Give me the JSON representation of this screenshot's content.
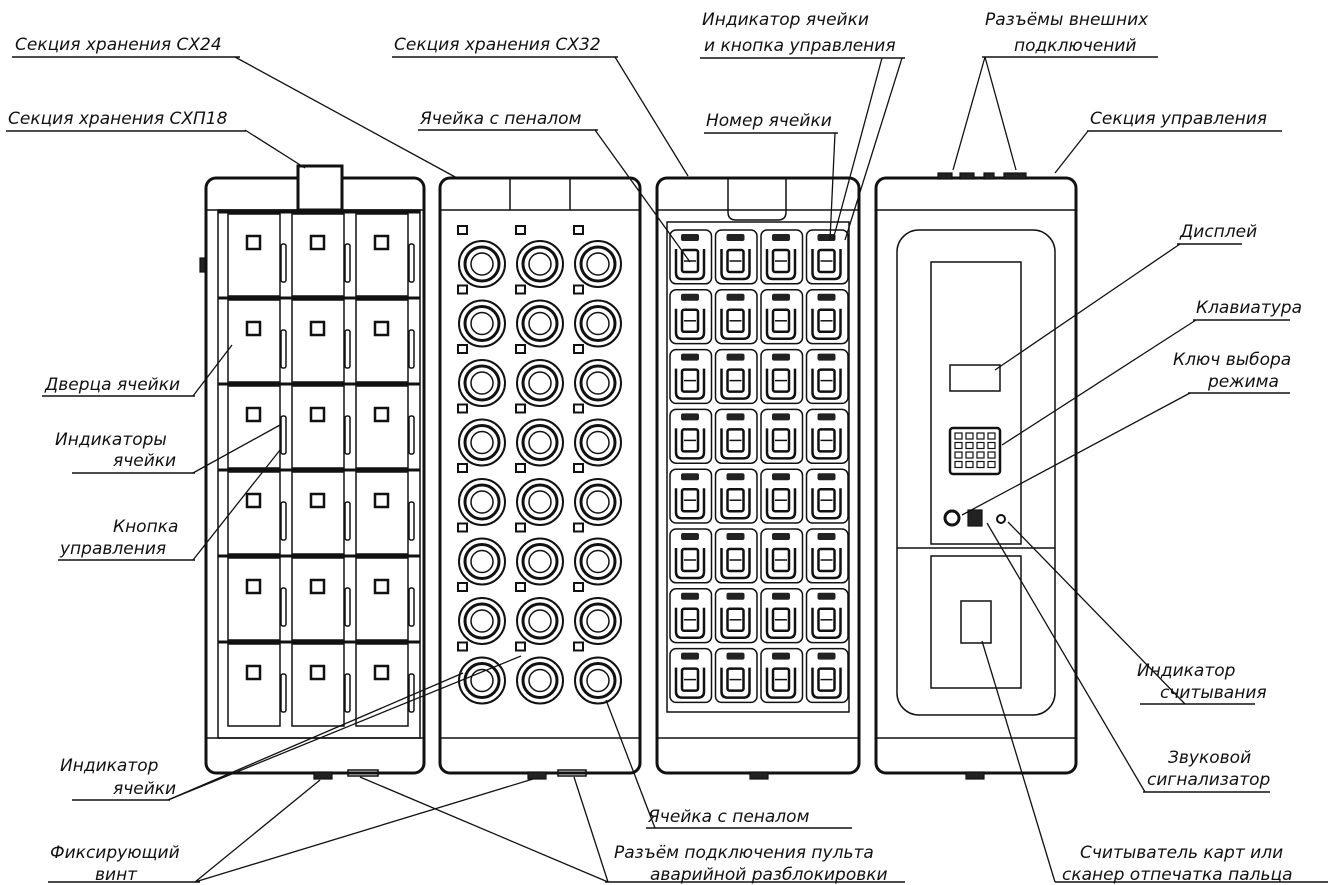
{
  "labels": {
    "cx24": "Секция хранения СХ24",
    "cxp18": "Секция хранения СХП18",
    "cx32": "Секция хранения СХ32",
    "cell_with_case_top": "Ячейка с пеналом",
    "cell_indicator_button_1": "Индикатор ячейки",
    "cell_indicator_button_2": "и кнопка управления",
    "cell_number": "Номер ячейки",
    "ext_connectors_1": "Разъёмы внешних",
    "ext_connectors_2": "подключений",
    "control_section": "Секция управления",
    "display": "Дисплей",
    "keyboard": "Клавиатура",
    "mode_key_1": "Ключ выбора",
    "mode_key_2": "режима",
    "cell_door": "Дверца ячейки",
    "cell_indicators_1": "Индикаторы",
    "cell_indicators_2": "ячейки",
    "control_button_1": "Кнопка",
    "control_button_2": "управления",
    "cell_indicator_1": "Индикатор",
    "cell_indicator_2": "ячейки",
    "read_indicator_1": "Индикатор",
    "read_indicator_2": "считывания",
    "buzzer_1": "Звуковой",
    "buzzer_2": "сигнализатор",
    "cell_with_case_bottom": "Ячейка с пеналом",
    "fixing_screw_1": "Фиксирующий",
    "fixing_screw_2": "винт",
    "emergency_connector_1": "Разъём подключения пульта",
    "emergency_connector_2": "аварийной разблокировки",
    "card_reader_1": "Считыватель карт или",
    "card_reader_2": "сканер отпечатка пальца"
  },
  "sections": {
    "cxp18": {
      "columns": 3,
      "rows": 6
    },
    "cx24": {
      "columns": 3,
      "rows": 8
    },
    "cx32": {
      "columns": 4,
      "rows": 8
    }
  }
}
